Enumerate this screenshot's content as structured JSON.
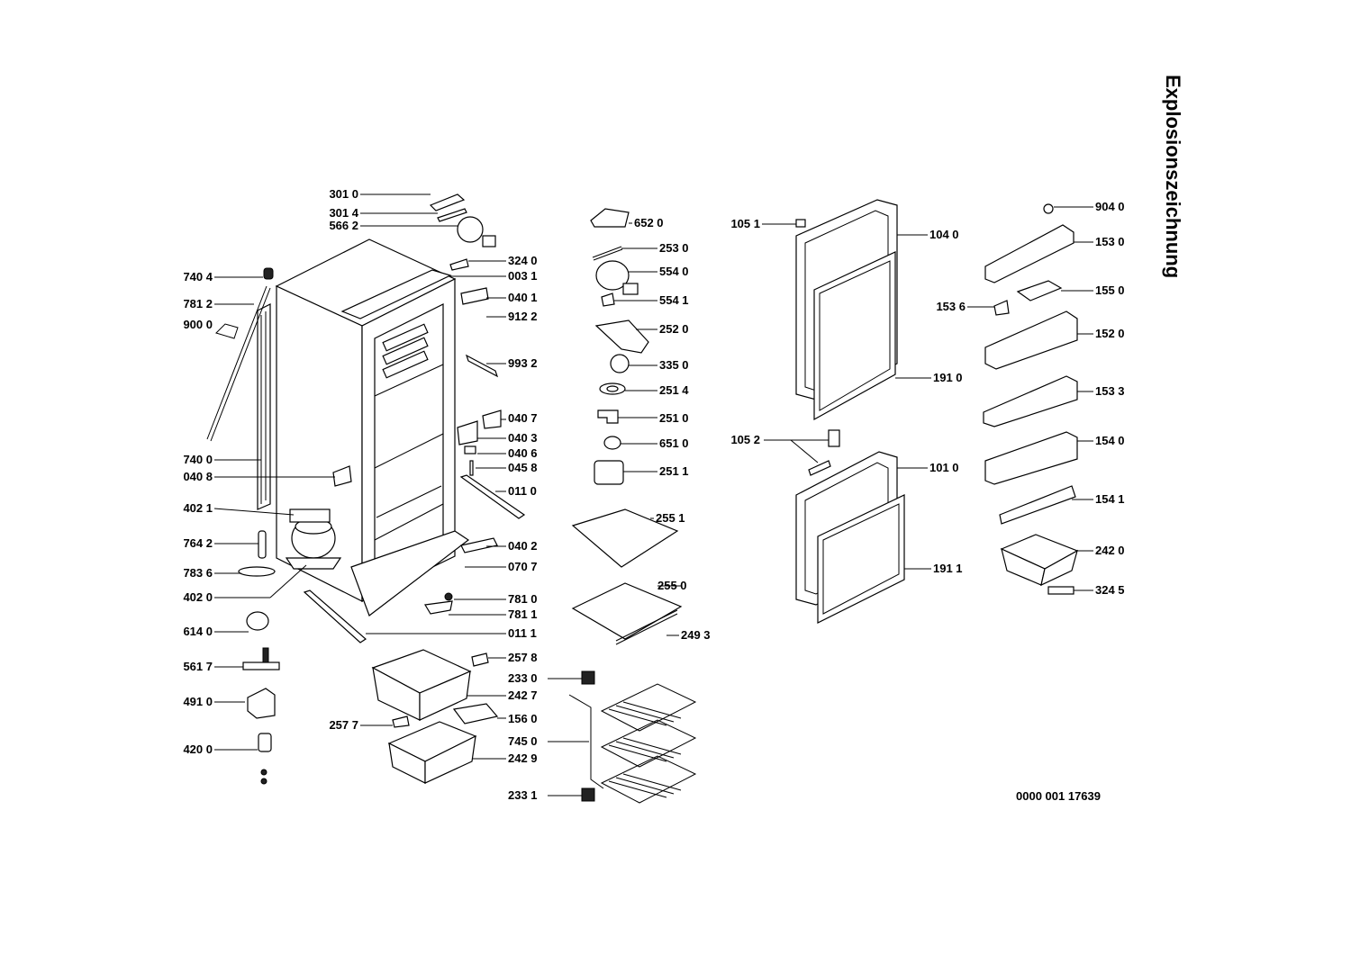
{
  "title": "Explosionszeichnung",
  "document_number": "0000 001 17639",
  "labels": {
    "l3010": "301 0",
    "l3014": "301 4",
    "l5662": "566 2",
    "l3240": "324 0",
    "l0031": "003 1",
    "l7404": "740 4",
    "l7812": "781 2",
    "l9000": "900 0",
    "l0401": "040 1",
    "l9122": "912 2",
    "l9932": "993 2",
    "l0407": "040 7",
    "l0403": "040 3",
    "l0406": "040 6",
    "l0458": "045 8",
    "l7400": "740 0",
    "l0408": "040 8",
    "l0110": "011 0",
    "l4021": "402 1",
    "l7642": "764 2",
    "l0402": "040 2",
    "l7836": "783 6",
    "l0707": "070 7",
    "l4020": "402 0",
    "l7810": "781 0",
    "l7811": "781 1",
    "l6140": "614 0",
    "l0111": "011 1",
    "l5617": "561 7",
    "l2578": "257 8",
    "l2330": "233 0",
    "l4910": "491 0",
    "l2427": "242 7",
    "l2577": "257 7",
    "l1560": "156 0",
    "l7450": "745 0",
    "l4200": "420 0",
    "l2429": "242 9",
    "l2331": "233 1",
    "l6520": "652 0",
    "l2530": "253 0",
    "l5540": "554 0",
    "l5541": "554 1",
    "l2520": "252 0",
    "l3350": "335 0",
    "l2514": "251 4",
    "l2510": "251 0",
    "l6510": "651 0",
    "l2511": "251 1",
    "l2551": "255 1",
    "l2550": "255 0",
    "l2493": "249 3",
    "l1051": "105 1",
    "l1040": "104 0",
    "l1910": "191 0",
    "l1052": "105 2",
    "l1010": "101 0",
    "l1911": "191 1",
    "l9040": "904 0",
    "l1530": "153 0",
    "l1550": "155 0",
    "l1536": "153 6",
    "l1520": "152 0",
    "l1533": "153 3",
    "l1540": "154 0",
    "l1541": "154 1",
    "l2420": "242 0",
    "l3245": "324 5"
  }
}
